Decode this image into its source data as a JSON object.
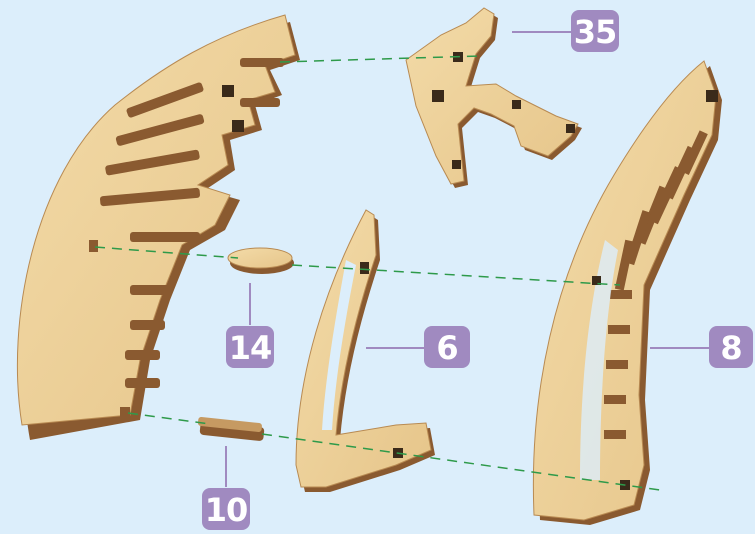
{
  "diagram": {
    "background": "#dceefb",
    "wood_light": "#ecd29c",
    "wood_dark": "#8a5a30",
    "guide_line_color": "#2e9a4a",
    "badge_color": "#a08ac0",
    "callouts": [
      {
        "id": "part-35",
        "label": "35"
      },
      {
        "id": "part-14",
        "label": "14"
      },
      {
        "id": "part-6",
        "label": "6"
      },
      {
        "id": "part-8",
        "label": "8"
      },
      {
        "id": "part-10",
        "label": "10"
      }
    ]
  }
}
